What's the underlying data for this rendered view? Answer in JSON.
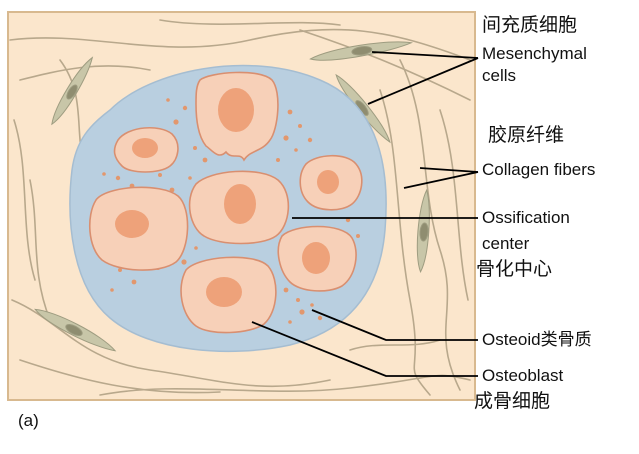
{
  "labels": {
    "mesenchymal_zh": "间充质细胞",
    "mesenchymal_en_1": "Mesenchymal",
    "mesenchymal_en_2": "cells",
    "collagen_zh": "胶原纤维",
    "collagen_en": "Collagen fibers",
    "ossification_en_1": "Ossification",
    "ossification_en_2": "center",
    "ossification_zh": "骨化中心",
    "osteoid": "Osteoid类骨质",
    "osteoblast_en": "Osteoblast",
    "osteoblast_zh": "成骨细胞"
  },
  "panel_label": "(a)",
  "colors": {
    "tissue_bg": "#fbe6cc",
    "frame": "#d8b98f",
    "ossification_center": "#b9cfe0",
    "cell_body": "#f7d0b8",
    "cell_outline": "#d98f70",
    "nucleus": "#eea27a",
    "osteoid_granule": "#e2976d",
    "fibroblast": "#c8c6a8",
    "fiber": "#b8a88c",
    "leader": "#000000"
  }
}
